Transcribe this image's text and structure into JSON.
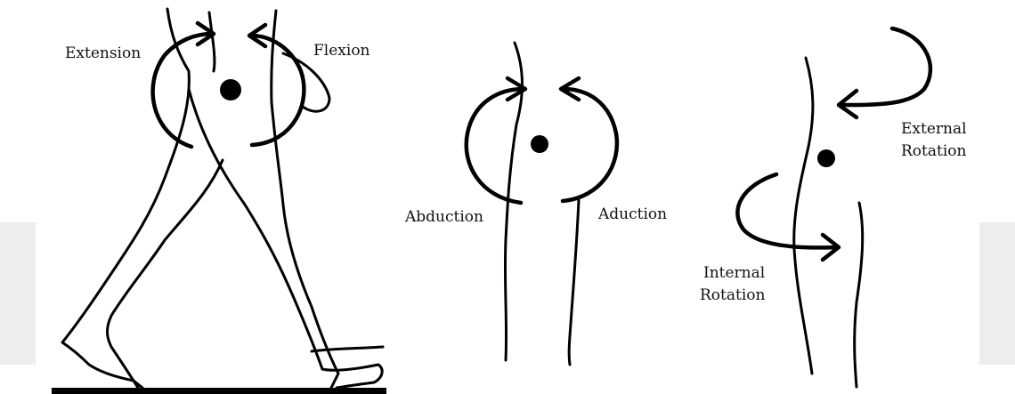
{
  "panels": {
    "sagittal": {
      "motion_left": "Extension",
      "motion_right": "Flexion"
    },
    "frontal": {
      "motion_left": "Abduction",
      "motion_right": "Aduction"
    },
    "transverse": {
      "motion_top_line1": "External",
      "motion_top_line2": "Rotation",
      "motion_bottom_line1": "Internal",
      "motion_bottom_line2": "Rotation"
    }
  },
  "colors": {
    "ink": "#000000",
    "background": "#ffffff",
    "watermark": "#ededed"
  },
  "watermark": {
    "icon": "open-book-watermark-icon"
  }
}
